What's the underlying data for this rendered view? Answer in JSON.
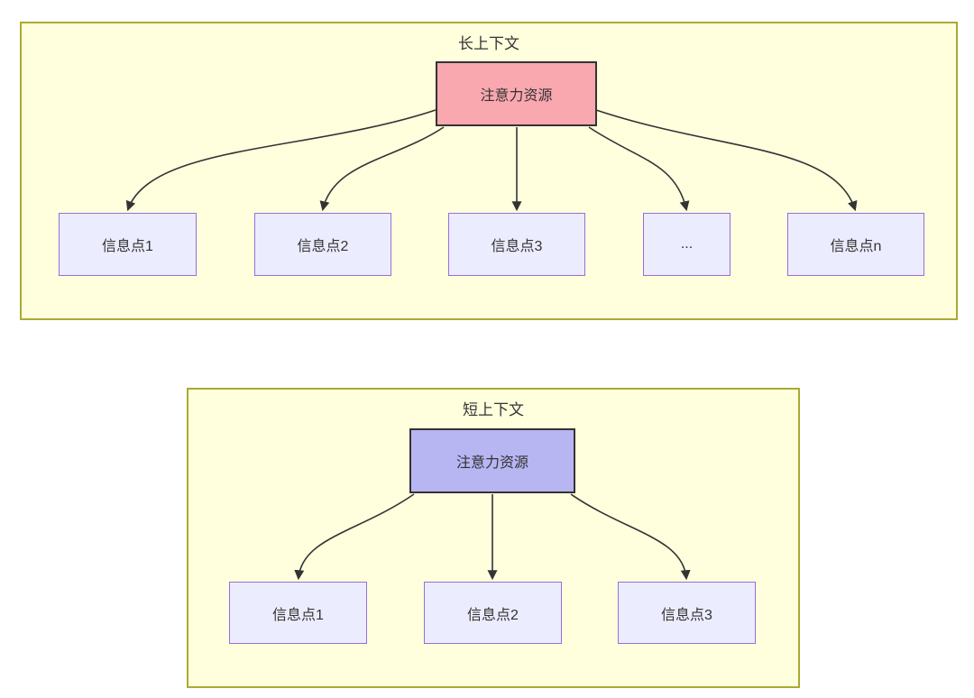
{
  "colors": {
    "panel_fill": "#ffffde",
    "panel_border": "#aaaa33",
    "node_fill": "#ececff",
    "node_border": "#9370db",
    "attention_long_fill": "#f9a8b0",
    "attention_short_fill": "#b7b5f2",
    "attention_border": "#333333",
    "edge": "#333333",
    "text": "#333333"
  },
  "long_context": {
    "title": "长上下文",
    "attention_label": "注意力资源",
    "nodes": [
      "信息点1",
      "信息点2",
      "信息点3",
      "...",
      "信息点n"
    ]
  },
  "short_context": {
    "title": "短上下文",
    "attention_label": "注意力资源",
    "nodes": [
      "信息点1",
      "信息点2",
      "信息点3"
    ]
  }
}
